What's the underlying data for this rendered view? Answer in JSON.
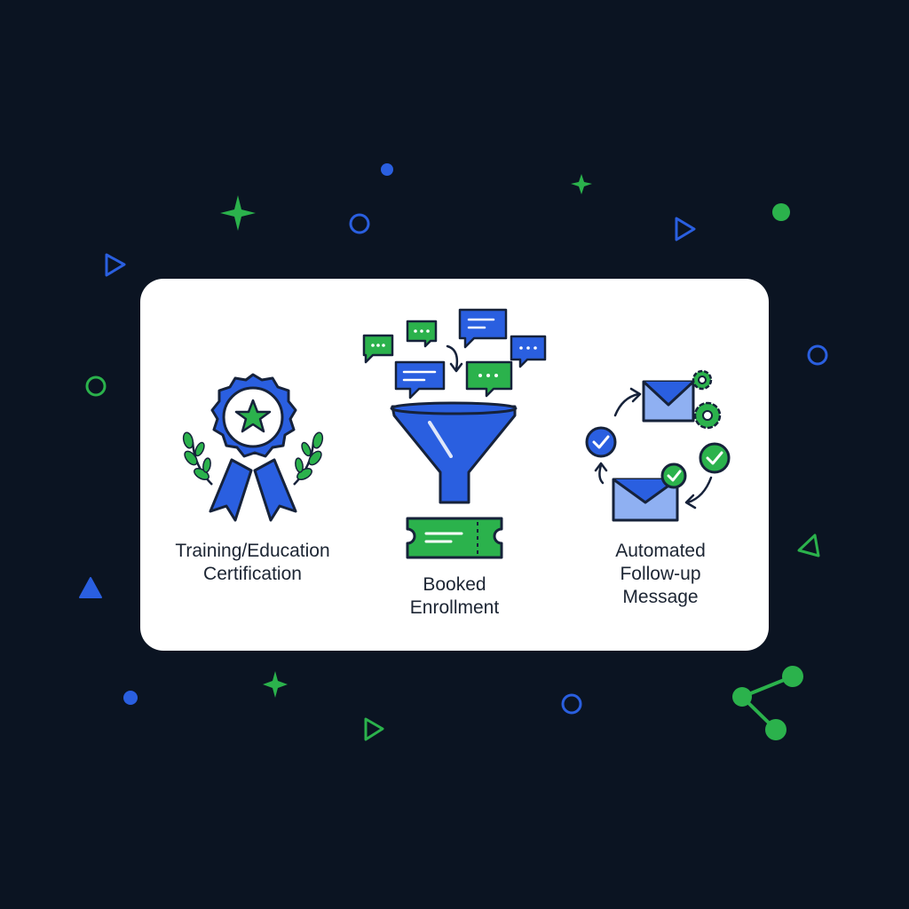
{
  "steps": [
    {
      "label": "Training/Education\nCertification",
      "icon": "award-ribbon-icon"
    },
    {
      "label": "Booked\nEnrollment",
      "icon": "funnel-ticket-icon"
    },
    {
      "label": "Automated\nFollow-up\nMessage",
      "icon": "email-cycle-icon"
    }
  ],
  "colors": {
    "background": "#0b1422",
    "card": "#ffffff",
    "blue": "#2a5fe0",
    "green": "#2bb24c",
    "outline": "#16223a",
    "light_blue": "#8fb0f2"
  }
}
